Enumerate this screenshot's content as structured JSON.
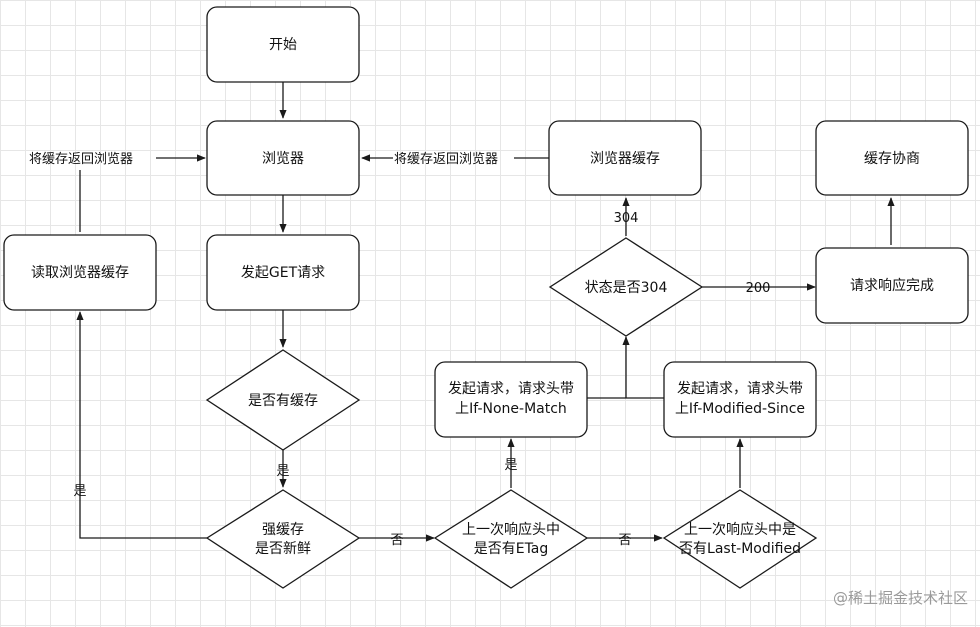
{
  "nodes": {
    "start": "开始",
    "browser": "浏览器",
    "send_get": "发起GET请求",
    "has_cache": "是否有缓存",
    "strong_fresh_1": "强缓存",
    "strong_fresh_2": "是否新鲜",
    "read_cache": "读取浏览器缓存",
    "etag_q_1": "上一次响应头中",
    "etag_q_2": "是否有ETag",
    "lm_q_1": "上一次响应头中是",
    "lm_q_2": "否有Last-Modified",
    "req_inm_1": "发起请求，请求头带",
    "req_inm_2": "上If-None-Match",
    "req_ims_1": "发起请求，请求头带",
    "req_ims_2": "上If-Modified-Since",
    "status_304": "状态是否304",
    "browser_cache": "浏览器缓存",
    "resp_done": "请求响应完成",
    "negotiate": "缓存协商"
  },
  "edges": {
    "return_left": "将缓存返回浏览器",
    "return_right": "将缓存返回浏览器",
    "has_cache_yes": "是",
    "fresh_yes": "是",
    "fresh_no": "否",
    "etag_yes": "是",
    "etag_no": "否",
    "code_304": "304",
    "code_200": "200"
  },
  "watermark": "@稀土掘金技术社区"
}
